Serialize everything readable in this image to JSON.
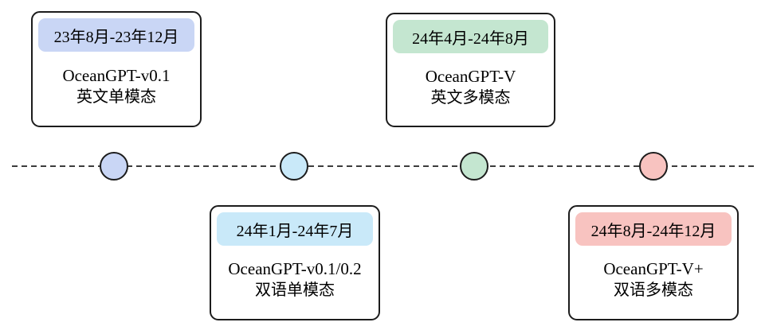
{
  "diagram": {
    "type": "timeline",
    "line_color": "#3c3c3c",
    "border_color": "#1c1c1c",
    "milestones": [
      {
        "period": "23年8月-23年12月",
        "title": "OceanGPT-v0.1",
        "subtitle": "英文单模态",
        "color": "#c9d6f5",
        "card_position": "above"
      },
      {
        "period": "24年1月-24年7月",
        "title": "OceanGPT-v0.1/0.2",
        "subtitle": "双语单模态",
        "color": "#c9e9f9",
        "card_position": "below"
      },
      {
        "period": "24年4月-24年8月",
        "title": "OceanGPT-V",
        "subtitle": "英文多模态",
        "color": "#c4e6d0",
        "card_position": "above"
      },
      {
        "period": "24年8月-24年12月",
        "title": "OceanGPT-V+",
        "subtitle": "双语多模态",
        "color": "#f8c3c0",
        "card_position": "below"
      }
    ]
  }
}
